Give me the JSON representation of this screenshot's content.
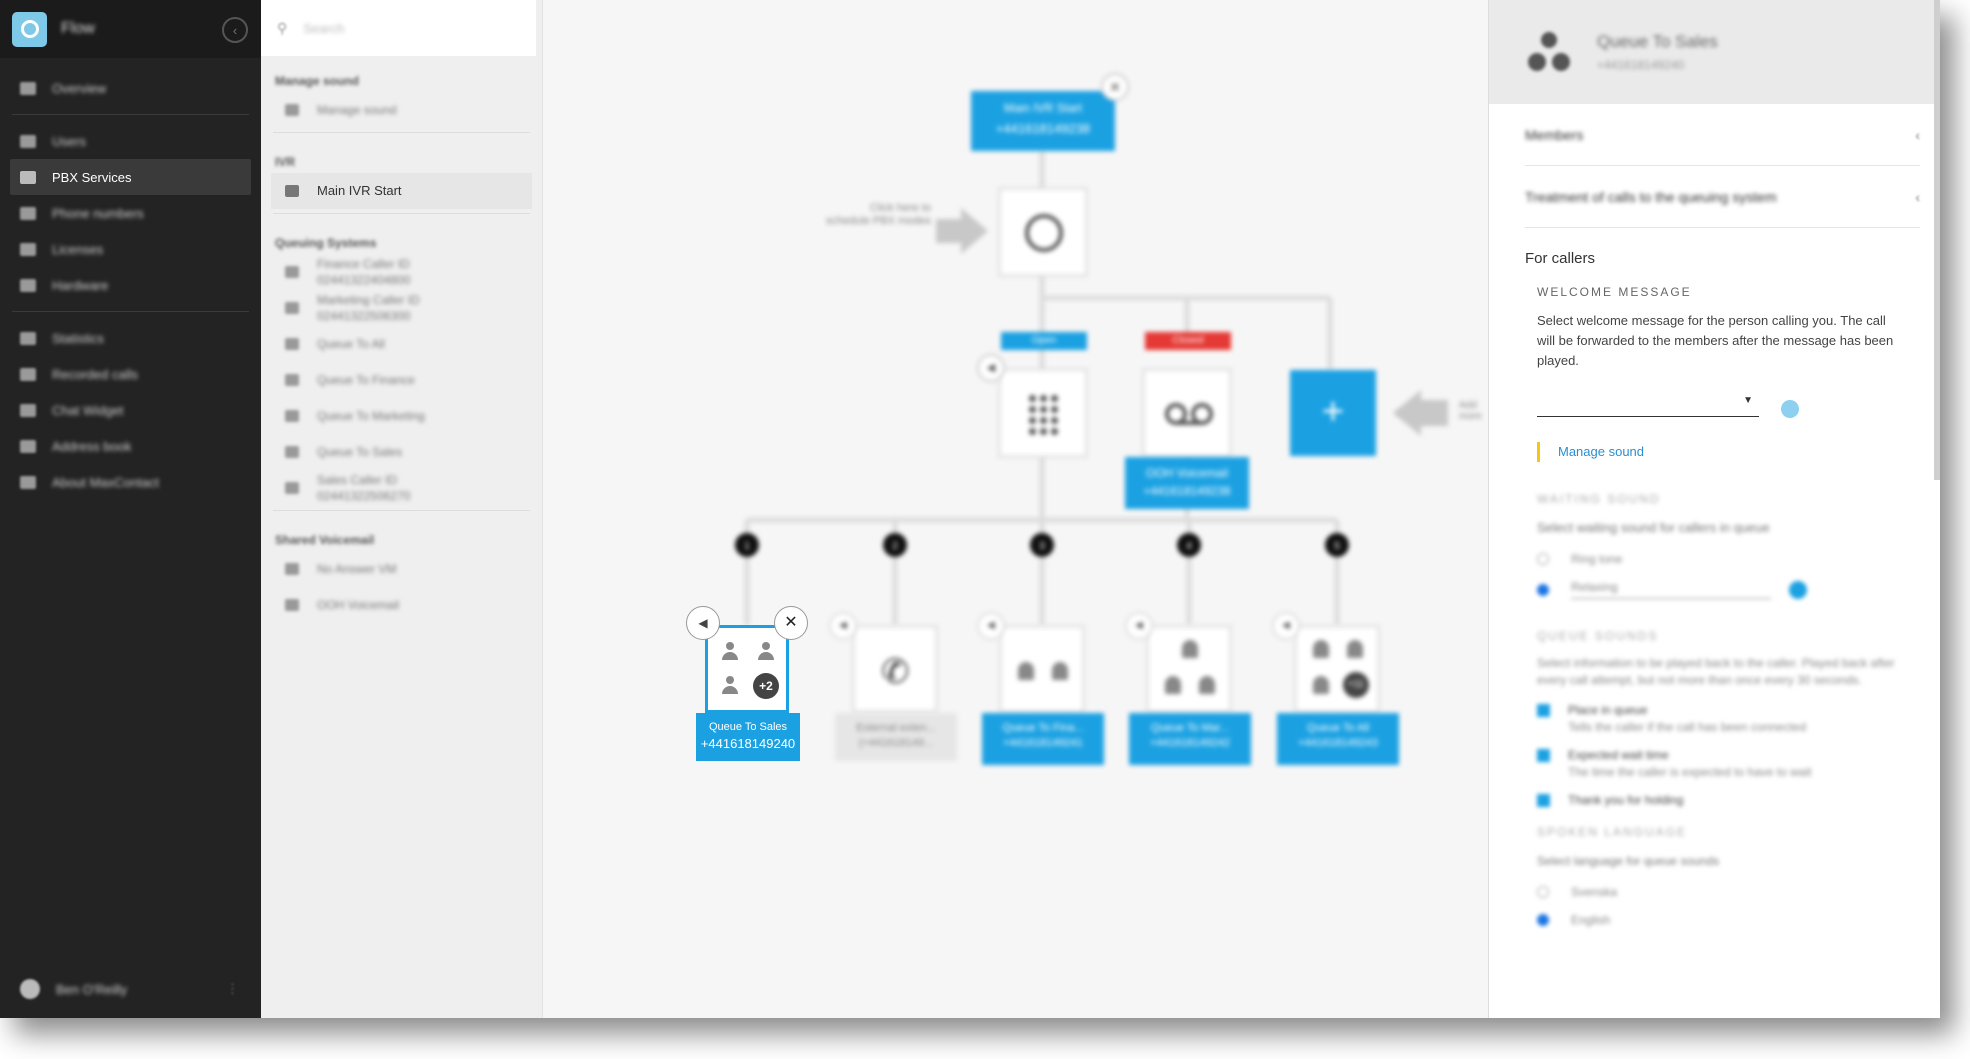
{
  "app": {
    "name": "Flow"
  },
  "nav": {
    "items": [
      {
        "label": "Overview",
        "icon": "home-icon"
      },
      {
        "label": "Users",
        "icon": "users-icon"
      },
      {
        "label": "PBX Services",
        "icon": "sitemap-icon",
        "active": true
      },
      {
        "label": "Phone numbers",
        "icon": "phone-icon"
      },
      {
        "label": "Licenses",
        "icon": "license-icon"
      },
      {
        "label": "Hardware",
        "icon": "hardware-icon"
      },
      {
        "label": "Statistics",
        "icon": "chart-icon"
      },
      {
        "label": "Recorded calls",
        "icon": "recording-icon"
      },
      {
        "label": "Chat Widget",
        "icon": "chat-icon"
      },
      {
        "label": "Address book",
        "icon": "book-icon"
      },
      {
        "label": "About MaxContact",
        "icon": "info-icon"
      }
    ],
    "user": "Ben O'Reilly"
  },
  "library": {
    "search_placeholder": "Search",
    "groups": {
      "manage_sound": "Manage sound",
      "ivr": "IVR",
      "queueing": "Queuing Systems",
      "shared_voicemail": "Shared Voicemail"
    },
    "manage_sound_item": "Manage sound",
    "ivr_item": "Main IVR Start",
    "queue_items": [
      "Finance Caller ID 02441322404800",
      "Marketing Caller ID 02441322506300",
      "Queue To All",
      "Queue To Finance",
      "Queue To Marketing",
      "Queue To Sales",
      "Sales Caller ID 02441322506270"
    ],
    "voicemail_items": [
      "No Answer VM",
      "OOH Voicemail"
    ]
  },
  "canvas": {
    "start_node": {
      "title": "Main IVR Start",
      "number": "+441618149238"
    },
    "schedule_hint": "Click here to schedule PBX modes",
    "add_hint": "Add more",
    "open_label": "Open",
    "closed_label": "Closed",
    "voicemail_node": {
      "title": "OOH Voicemail",
      "number": "+441618149238"
    },
    "digits": [
      "1",
      "2",
      "3",
      "4",
      "5"
    ],
    "queue_nodes": [
      {
        "title": "Queue To Sales",
        "number": "+441618149240",
        "badge": "+2"
      },
      {
        "title": "External exten...",
        "number": "(+441618149...",
        "badge": ""
      },
      {
        "title": "Queue To Fina...",
        "number": "+441618149241",
        "badge": ""
      },
      {
        "title": "Queue To Mar...",
        "number": "+441618149242",
        "badge": ""
      },
      {
        "title": "Queue To All",
        "number": "+441618149243",
        "badge": "+11"
      }
    ]
  },
  "panel": {
    "title": "Queue To Sales",
    "subtitle": "+441618149240",
    "sections": {
      "members": "Members",
      "treatment": "Treatment of calls to the queuing system"
    },
    "for_callers": "For callers",
    "welcome_title": "WELCOME MESSAGE",
    "welcome_text": "Select welcome message for the person calling you. The call will be forwarded to the members after the message has been played.",
    "manage_sound": "Manage sound",
    "waiting_title": "WAITING SOUND",
    "waiting_text": "Select waiting sound for callers in queue",
    "waiting_options": [
      "Ring tone",
      "Relaxing"
    ],
    "queue_title": "QUEUE SOUNDS",
    "queue_text": "Select information to be played back to the caller. Played back after every call attempt, but not more than once every 30 seconds.",
    "checks": [
      {
        "label": "Place in queue",
        "desc": "Tells the caller if the call has been connected"
      },
      {
        "label": "Expected wait time",
        "desc": "The time the caller is expected to have to wait"
      },
      {
        "label": "Thank you for holding",
        "desc": ""
      }
    ],
    "language_title": "SPOKEN LANGUAGE",
    "language_text": "Select language for queue sounds",
    "languages": [
      "Svenska",
      "English"
    ]
  },
  "colors": {
    "accent": "#1ba1e2",
    "closed": "#e53935",
    "nav_bg": "#232323"
  }
}
